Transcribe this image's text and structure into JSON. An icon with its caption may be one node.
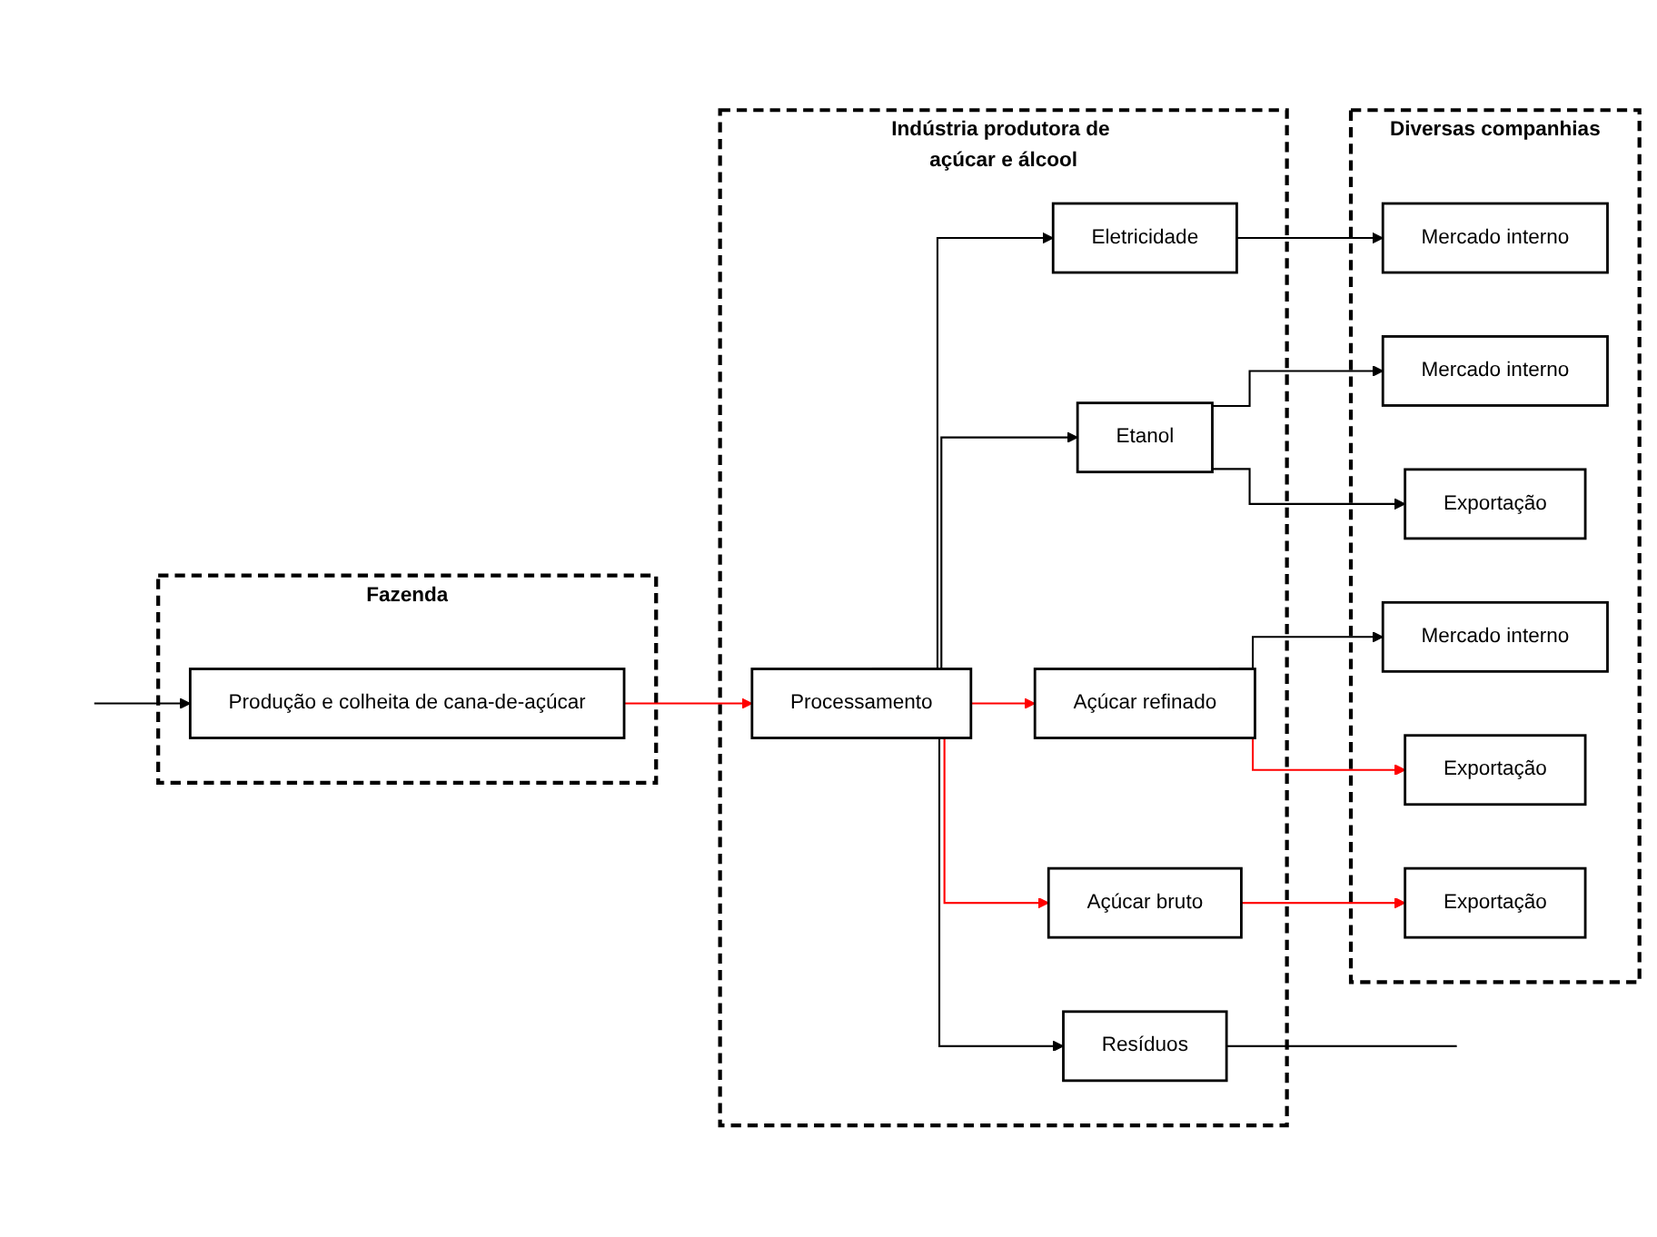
{
  "diagram": {
    "nodes": [
      {
        "text": [
          "Fazenda"
        ]
      },
      {
        "text": [
          "Produção e colheita de cana-de-açúcar"
        ],
        "in": 0
      },
      {
        "text": [
          "Indústria produtora de açúcar e álcool"
        ]
      },
      {
        "text": [
          "Processamento"
        ],
        "in": 2
      },
      {
        "text": [
          "Eletricidade"
        ],
        "in": 2
      },
      {
        "text": [
          "Etanol"
        ],
        "in": 2
      },
      {
        "text": [
          "Açúcar refinado"
        ],
        "in": 2
      },
      {
        "text": [
          "Açúcar bruto"
        ],
        "in": 2
      },
      {
        "text": [
          "Resíduos"
        ],
        "in": 2
      },
      {
        "text": [
          "Diversas companhias"
        ]
      },
      {
        "text": [
          "Mercado interno"
        ],
        "in": 9
      },
      {
        "text": [
          "Mercado interno"
        ],
        "in": 9
      },
      {
        "text": [
          "Exportação"
        ],
        "in": 9
      },
      {
        "text": [
          "Mercado interno"
        ],
        "in": 9
      },
      {
        "text": [
          "Exportação"
        ],
        "in": 9
      },
      {
        "text": [
          "Exportação"
        ],
        "in": 9
      }
    ],
    "edges": [
      {
        "from": 1,
        "to": 3,
        "arrow": "to",
        "color": "#ff0000"
      },
      {
        "from": 3,
        "to": 4,
        "arrow": "to"
      },
      {
        "from": 3,
        "to": 5,
        "arrow": "to"
      },
      {
        "from": 3,
        "to": 6,
        "arrow": "to",
        "color": "#ff0000"
      },
      {
        "from": 3,
        "to": 7,
        "arrow": "to",
        "color": "#ff0000"
      },
      {
        "from": 3,
        "to": 8,
        "arrow": "to"
      },
      {
        "from": 4,
        "to": 10,
        "arrow": "to"
      },
      {
        "from": 5,
        "to": 11,
        "arrow": "to"
      },
      {
        "from": 5,
        "to": 12,
        "arrow": "to"
      },
      {
        "from": 6,
        "to": 13,
        "arrow": "to"
      },
      {
        "from": 6,
        "to": 14,
        "arrow": "to",
        "color": "#ff0000"
      },
      {
        "from": 7,
        "to": 15,
        "arrow": "to",
        "color": "#ff0000"
      },
      {
        "from": null,
        "to": 1,
        "arrow": "to"
      },
      {
        "from": 8,
        "to": null,
        "arrow": "none"
      }
    ]
  }
}
